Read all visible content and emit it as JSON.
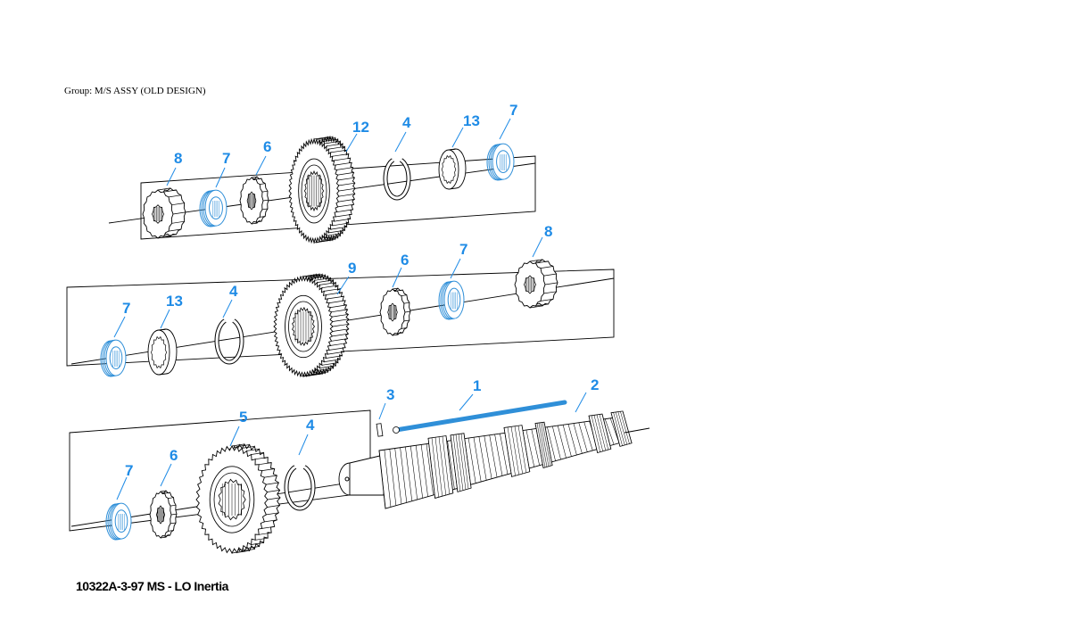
{
  "group_label": "Group: M/S ASSY (OLD DESIGN)",
  "caption": "10322A-3-97 MS - LO Inertia",
  "callouts": [
    {
      "id": "c1",
      "text": "8"
    },
    {
      "id": "c2",
      "text": "7"
    },
    {
      "id": "c3",
      "text": "6"
    },
    {
      "id": "c4",
      "text": "12"
    },
    {
      "id": "c5",
      "text": "4"
    },
    {
      "id": "c6",
      "text": "13"
    },
    {
      "id": "c7",
      "text": "7"
    },
    {
      "id": "c8",
      "text": "8"
    },
    {
      "id": "c9",
      "text": "7"
    },
    {
      "id": "c10",
      "text": "6"
    },
    {
      "id": "c11",
      "text": "9"
    },
    {
      "id": "c12",
      "text": "4"
    },
    {
      "id": "c13",
      "text": "13"
    },
    {
      "id": "c14",
      "text": "7"
    },
    {
      "id": "c15",
      "text": "3"
    },
    {
      "id": "c16",
      "text": "1"
    },
    {
      "id": "c17",
      "text": "2"
    },
    {
      "id": "c18",
      "text": "5"
    },
    {
      "id": "c19",
      "text": "4"
    },
    {
      "id": "c20",
      "text": "6"
    },
    {
      "id": "c21",
      "text": "7"
    }
  ],
  "colors": {
    "callout": "#1e8be6",
    "highlight_part": "#2f8fd8",
    "line": "#000000"
  }
}
